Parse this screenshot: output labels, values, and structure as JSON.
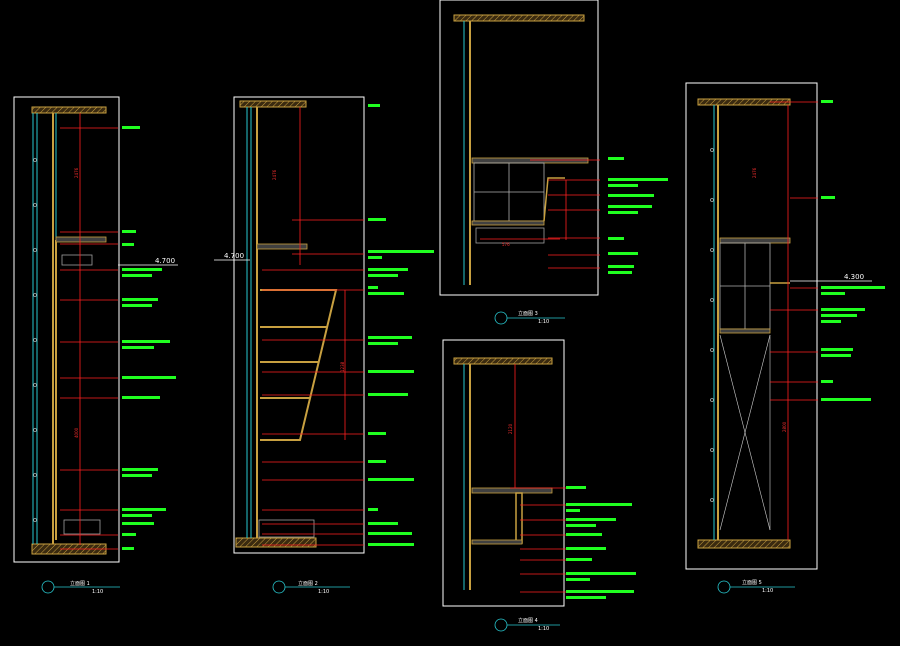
{
  "drawing": {
    "level_marks": [
      {
        "panel": "a",
        "text": "4.700"
      },
      {
        "panel": "b",
        "text": "4.700"
      },
      {
        "panel": "e",
        "text": "4.300"
      }
    ],
    "panels": [
      {
        "id": "a",
        "title": "立面图 1",
        "sub": "1:10",
        "dims": [
          "2476",
          "4000"
        ]
      },
      {
        "id": "b",
        "title": "立面图 2",
        "sub": "1:10",
        "dims": [
          "2476",
          "1238"
        ]
      },
      {
        "id": "c",
        "title": "立面图 3",
        "sub": "1:10",
        "dims": [
          "576"
        ]
      },
      {
        "id": "d",
        "title": "立面图 4",
        "sub": "1:10",
        "dims": [
          "2120"
        ]
      },
      {
        "id": "e",
        "title": "立面图 5",
        "sub": "1:10",
        "dims": [
          "2476",
          "2800"
        ]
      }
    ],
    "colors": {
      "background": "#000000",
      "frame": "#ffffff",
      "wall": "#c8a040",
      "glass": "#28c8d0",
      "leader": "#ff2020",
      "annotation": "#20ff20"
    }
  }
}
